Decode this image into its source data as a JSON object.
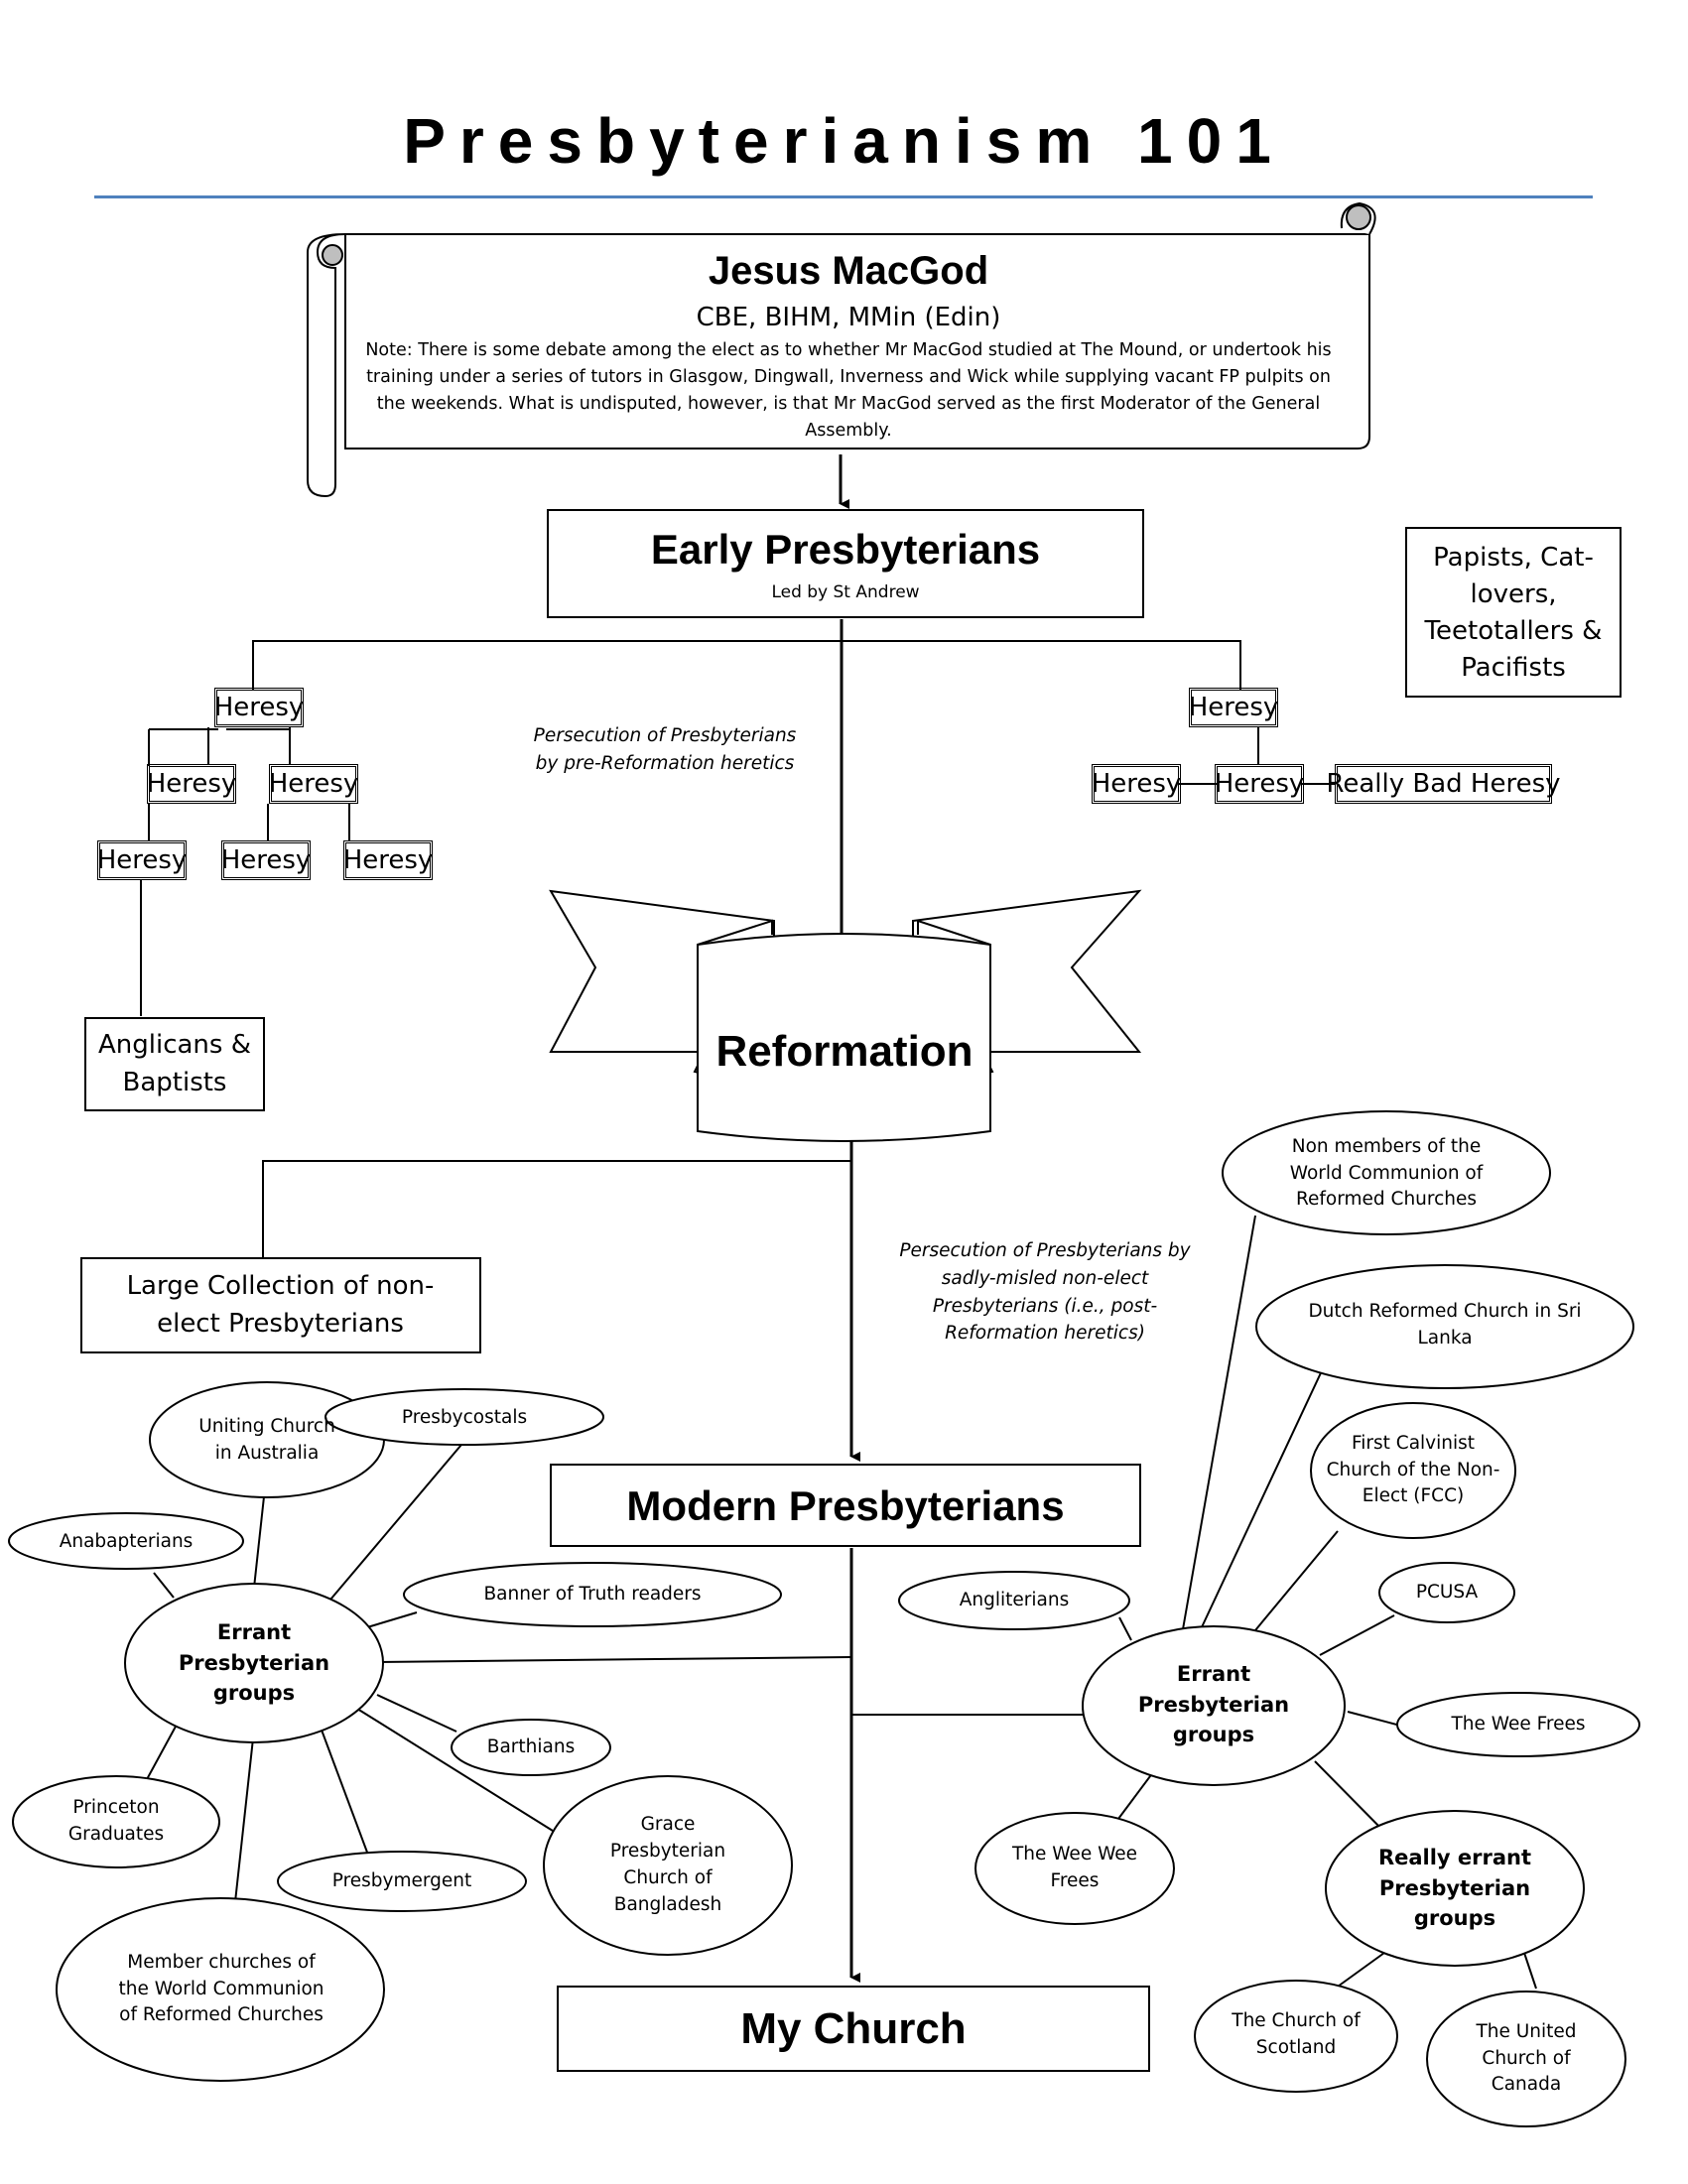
{
  "title": "Presbyterianism 101",
  "accent_color": "#4f81bd",
  "jesus": {
    "name": "Jesus MacGod",
    "credentials": "CBE, BIHM, MMin (Edin)",
    "note": "Note: There is some debate among the elect as to whether Mr MacGod studied at The Mound, or undertook his training under a series of tutors in Glasgow, Dingwall, Inverness and Wick while supplying vacant FP pulpits on the weekends. What is undisputed, however, is that Mr MacGod served as the first Moderator of the General Assembly."
  },
  "early": {
    "title": "Early Presbyterians",
    "subtitle": "Led by St Andrew"
  },
  "papists": "Papists, Cat-lovers, Teetotallers & Pacifists",
  "persecution1": "Persecution of Presbyterians by pre-Reformation heretics",
  "heresy_label": "Heresy",
  "really_bad_heresy": "Really Bad Heresy",
  "anglicans": "Anglicans & Baptists",
  "reformation": "Reformation",
  "large_collection": "Large Collection of non-elect Presbyterians",
  "persecution2": "Persecution of Presbyterians by sadly-misled non-elect Presbyterians (i.e., post-Reformation heretics)",
  "modern": "Modern Presbyterians",
  "my_church": "My Church",
  "left_cluster": {
    "hub": "Errant Presbyterian groups",
    "items": {
      "uniting": "Uniting Church in Australia",
      "presbycostals": "Presbycostals",
      "anabaptists": "Anabapterians",
      "banner": "Banner of Truth readers",
      "barthians": "Barthians",
      "princeton": "Princeton Graduates",
      "grace": "Grace Presbyterian Church of Bangladesh",
      "presbymergent": "Presbymergent",
      "wcrc_members": "Member churches of the World Communion of Reformed Churches"
    }
  },
  "right_cluster": {
    "hub": "Errant Presbyterian groups",
    "items": {
      "non_members": "Non members of the World Communion of Reformed Churches",
      "dutch": "Dutch Reformed Church in Sri Lanka",
      "fcc": "First Calvinist Church of the Non-Elect (FCC)",
      "pcusa": "PCUSA",
      "angliterians": "Angliterians",
      "wee_frees": "The Wee Frees",
      "wee_wee_frees": "The Wee Wee Frees"
    }
  },
  "really_errant": {
    "hub": "Really errant Presbyterian groups",
    "items": {
      "cos": "The Church of Scotland",
      "ucc": "The United Church of Canada"
    }
  }
}
